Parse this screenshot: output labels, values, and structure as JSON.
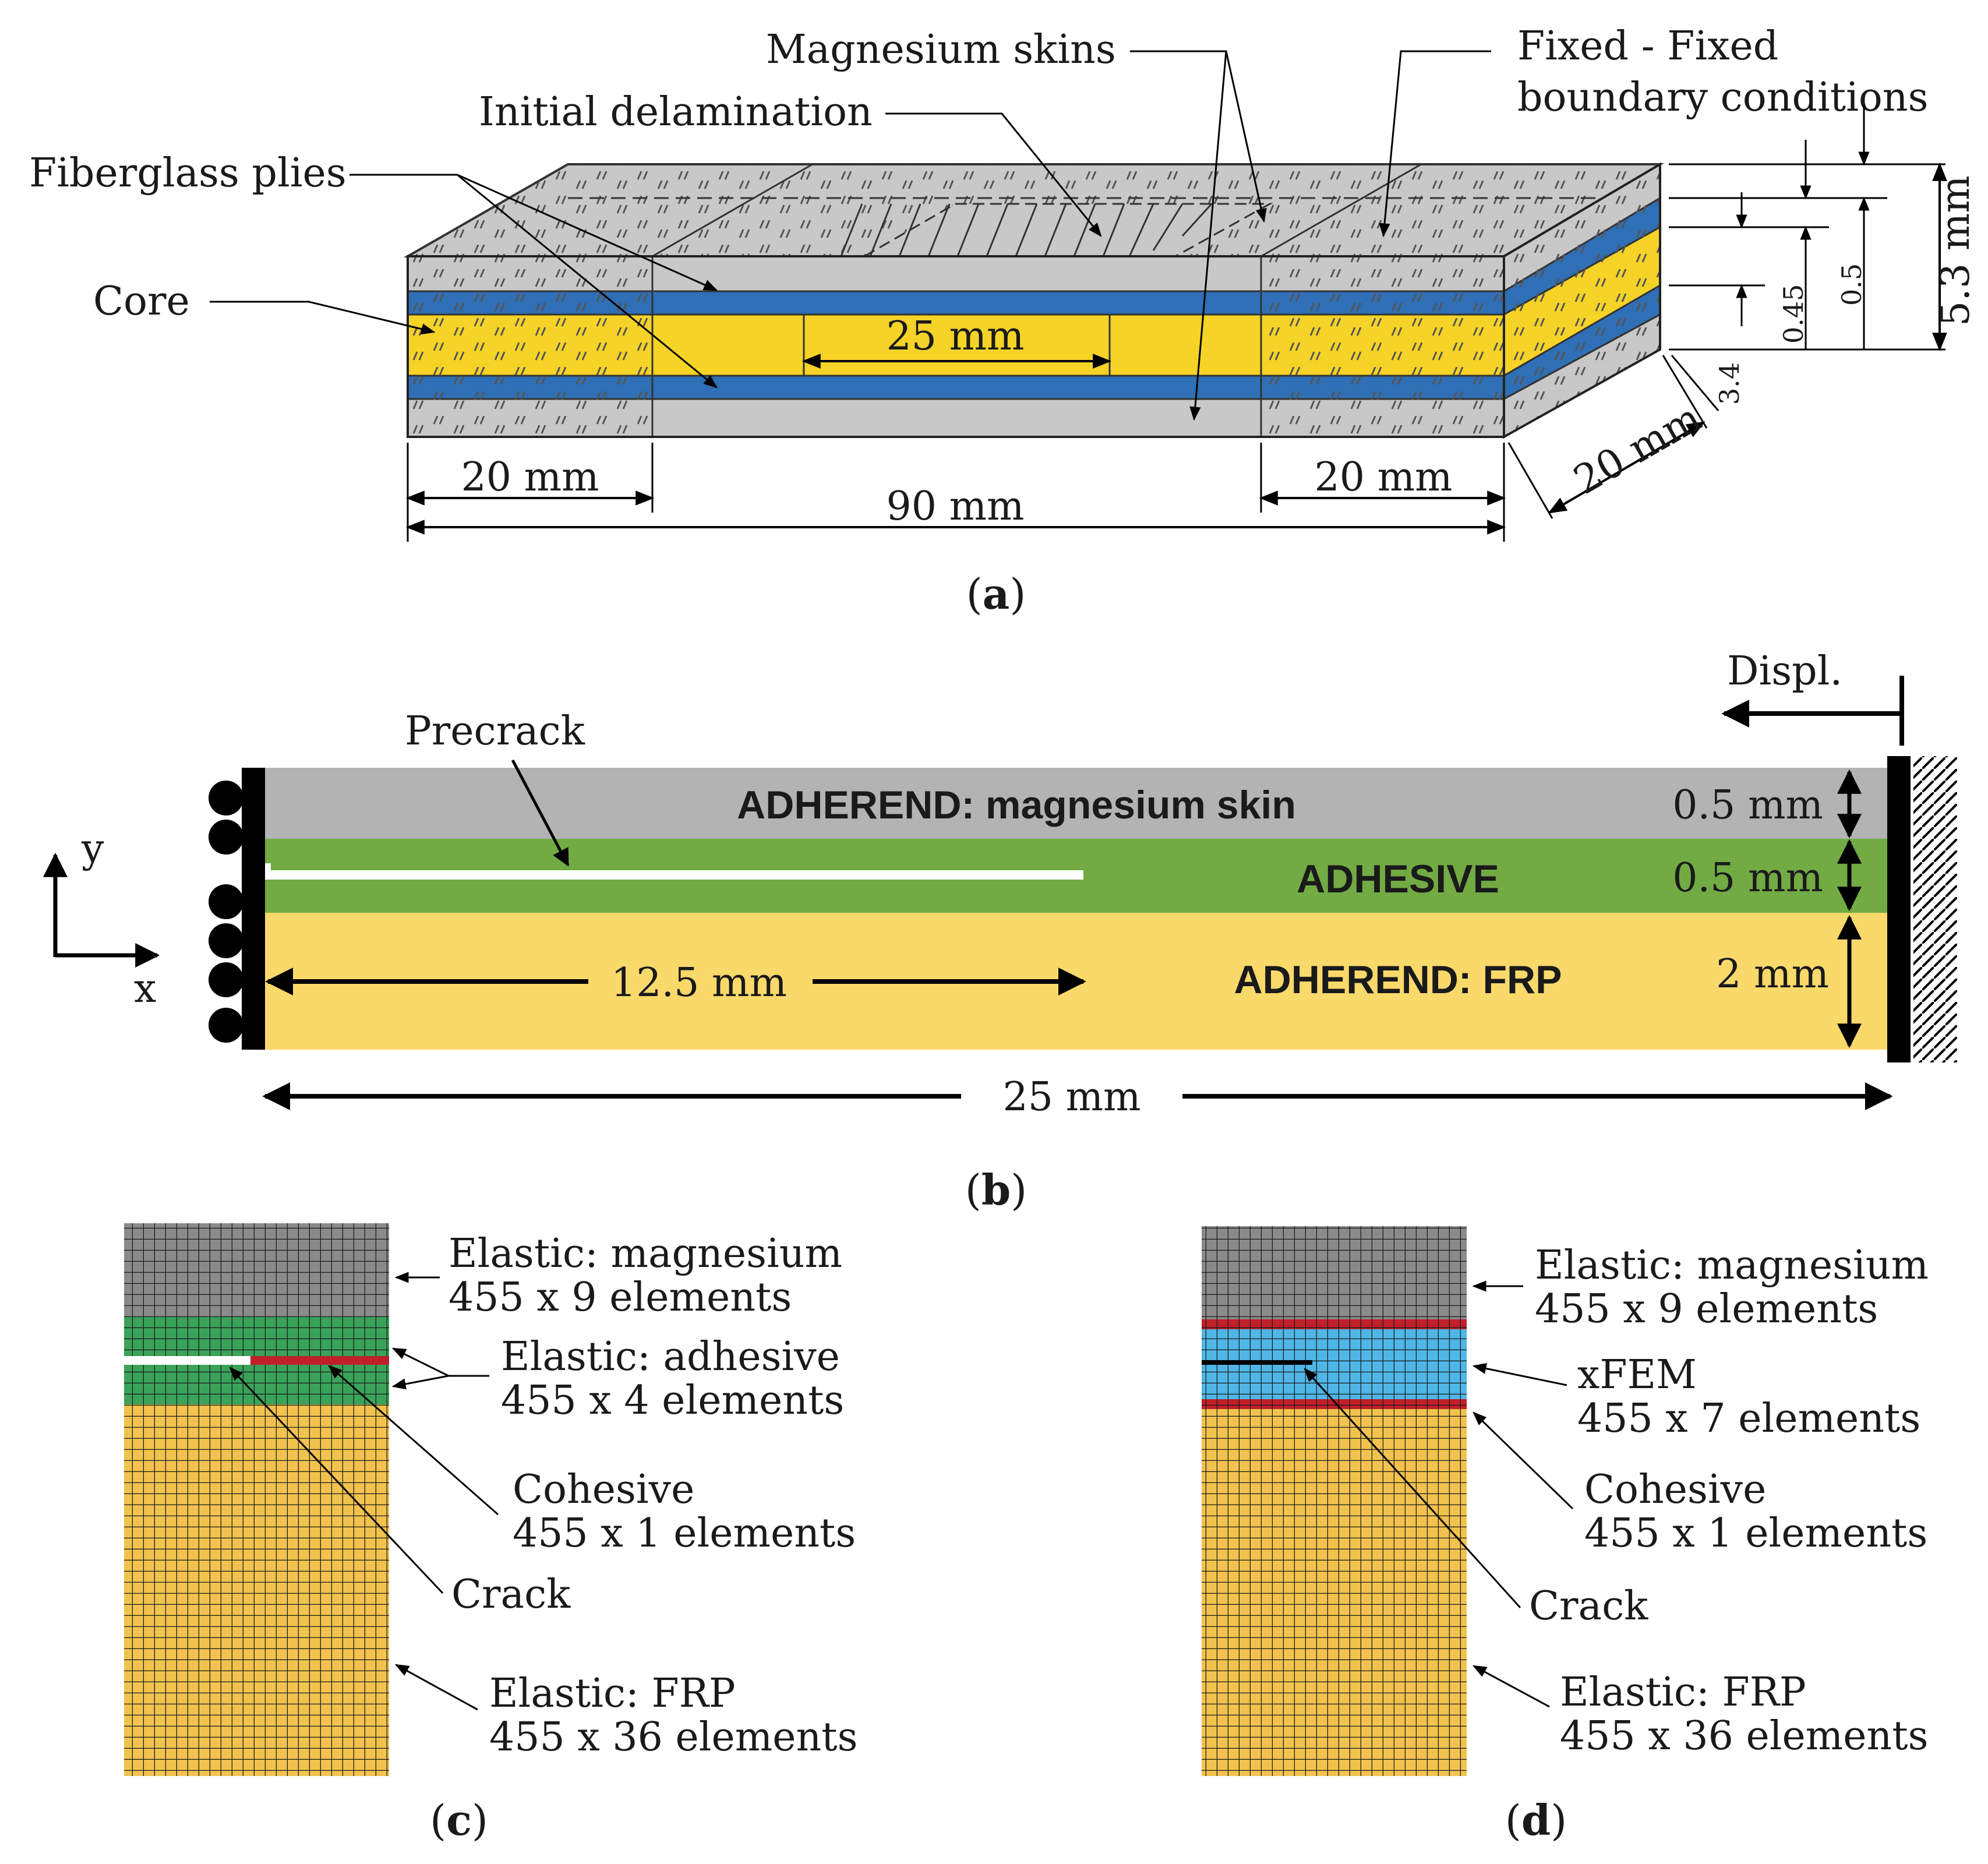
{
  "panel_a": {
    "caption_open": "(",
    "caption_letter": "a",
    "caption_close": ")",
    "labels": {
      "magnesium_skins": "Magnesium skins",
      "initial_delamination": "Initial delamination",
      "fiberglass_plies": "Fiberglass plies",
      "core": "Core",
      "fixed_line1": "Fixed - Fixed",
      "fixed_line2": "boundary conditions"
    },
    "dimensions": {
      "delam_length": "25 mm",
      "left_clamp": "20 mm",
      "right_clamp": "20 mm",
      "total_length": "90 mm",
      "width": "20 mm",
      "total_thickness": "5.3 mm",
      "skin_thickness": "0.5",
      "ply_thickness": "0.45",
      "core_thickness": "3.4"
    },
    "colors": {
      "skin": "#c8c8c8",
      "ply": "#2f6fb5",
      "core": "#f5d327"
    }
  },
  "panel_b": {
    "caption_open": "(",
    "caption_letter": "b",
    "caption_close": ")",
    "labels": {
      "displ": "Displ.",
      "precrack": "Precrack",
      "adherend_skin": "ADHEREND: magnesium skin",
      "adhesive": "ADHESIVE",
      "adherend_frp": "ADHEREND: FRP",
      "axis_y": "y",
      "axis_x": "x"
    },
    "dimensions": {
      "skin": "0.5 mm",
      "adhesive": "0.5 mm",
      "frp": "2 mm",
      "crack_length": "12.5 mm",
      "total_length": "25 mm"
    },
    "colors": {
      "skin": "#b3b3b3",
      "adhesive": "#72aa44",
      "frp": "#fad96b"
    }
  },
  "panel_c": {
    "caption_open": "(",
    "caption_letter": "c",
    "caption_close": ")",
    "labels": {
      "magnesium_line1": "Elastic: magnesium",
      "magnesium_line2": "455 x 9 elements",
      "adhesive_line1": "Elastic: adhesive",
      "adhesive_line2": "455 x 4 elements",
      "cohesive_line1": "Cohesive",
      "cohesive_line2": "455 x 1 elements",
      "crack": "Crack",
      "frp_line1": "Elastic: FRP",
      "frp_line2": "455 x 36 elements"
    }
  },
  "panel_d": {
    "caption_open": "(",
    "caption_letter": "d",
    "caption_close": ")",
    "labels": {
      "magnesium_line1": "Elastic: magnesium",
      "magnesium_line2": "455 x 9 elements",
      "xfem_line1": "xFEM",
      "xfem_line2": "455 x 7 elements",
      "cohesive_line1": "Cohesive",
      "cohesive_line2": "455 x 1 elements",
      "crack": "Crack",
      "frp_line1": "Elastic: FRP",
      "frp_line2": "455 x 36 elements"
    }
  },
  "mesh_colors": {
    "magnesium": "#8a8a8a",
    "adhesive": "#3aa35a",
    "cohesive": "#c0202a",
    "xfem": "#4fb6e6",
    "frp": "#f2c24e"
  }
}
